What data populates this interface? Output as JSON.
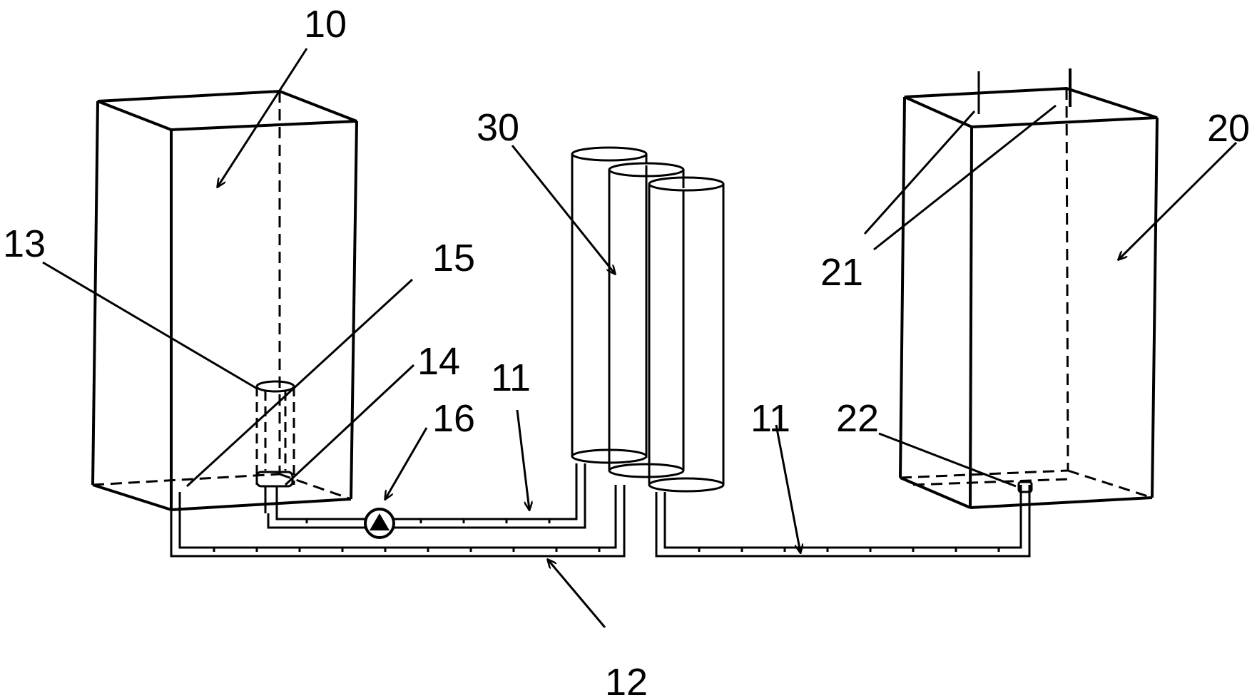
{
  "labels": {
    "tank_left": "10",
    "tank_right": "20",
    "columns": "30",
    "pipe_a": "11",
    "pipe_b": "11",
    "pipe_main": "12",
    "float_part": "13",
    "bottom_part": "14",
    "outlet_pipe": "15",
    "pump": "16",
    "rods": "21",
    "inlet": "22"
  }
}
